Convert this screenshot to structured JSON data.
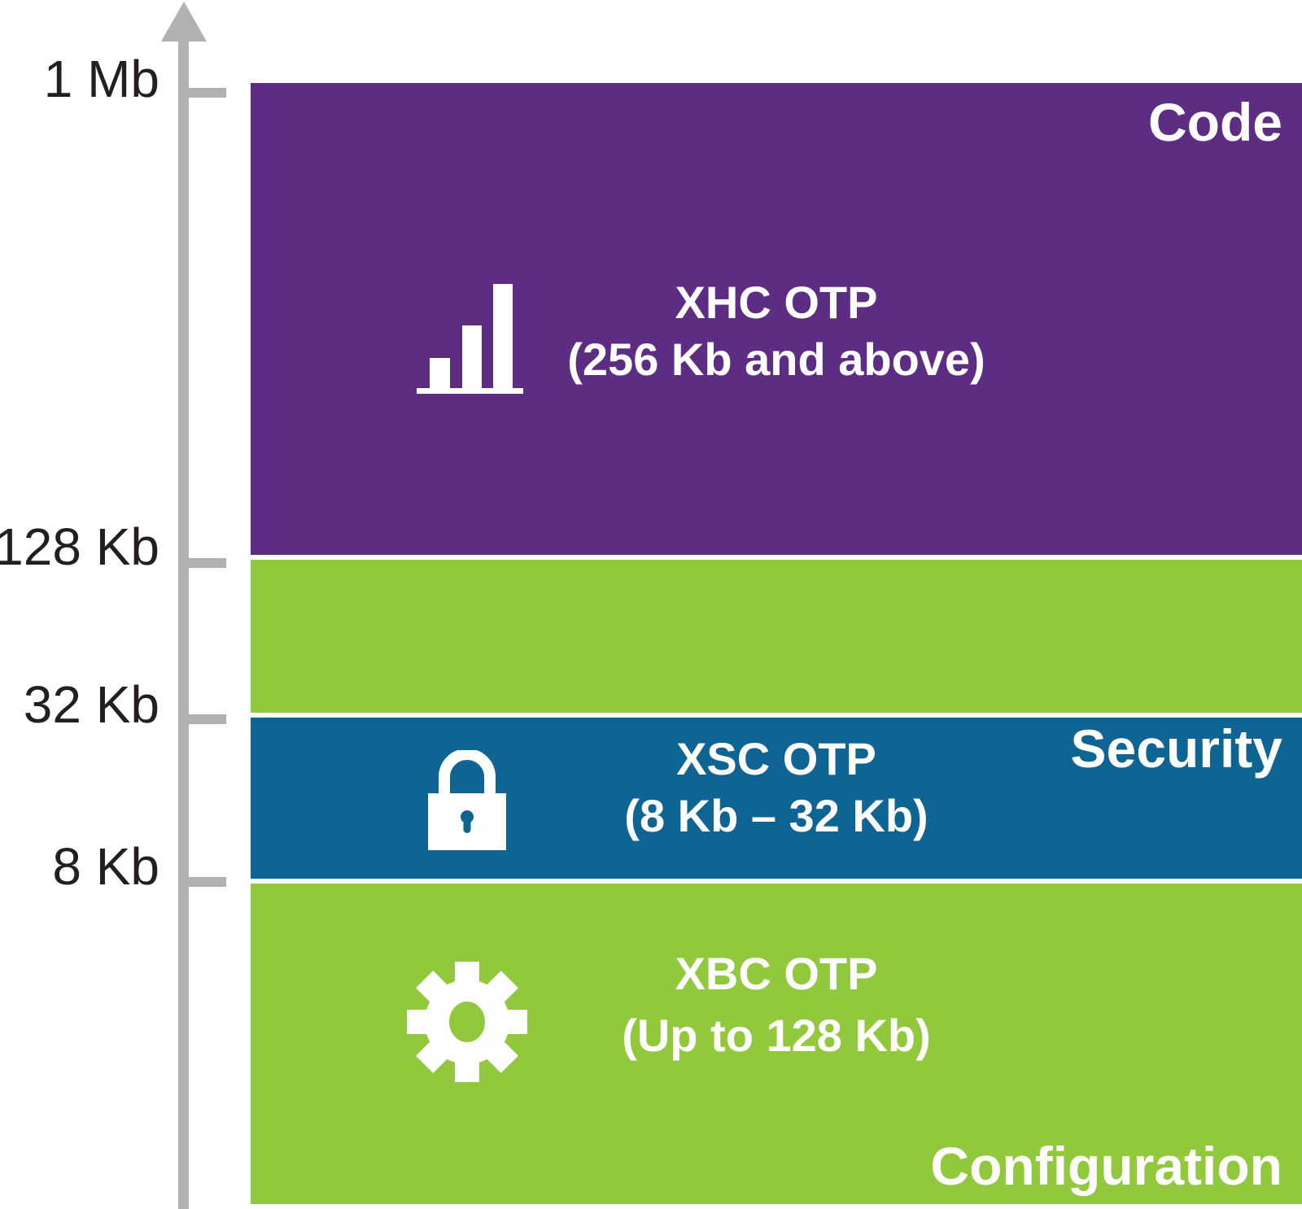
{
  "chart_data": {
    "type": "bar",
    "title": "",
    "description": "Vertical memory-capacity range diagram of OTP NVM product families",
    "yaxis_tick_labels": [
      "8 Kb",
      "32 Kb",
      "128 Kb",
      "1 Mb"
    ],
    "yaxis_scale": "non-linear capacity axis with upward arrow",
    "legend_position": "labels inside colored range blocks",
    "segments": [
      {
        "name": "XHC OTP",
        "category_label": "Code",
        "range_label": "(256 Kb and above)",
        "from": "128 Kb",
        "to": "1 Mb",
        "color": "#5c2d83",
        "icon": "bar-chart-icon"
      },
      {
        "name": "XBC OTP (upper band, unlabeled)",
        "category_label": "Configuration",
        "range_label": "",
        "from": "32 Kb",
        "to": "128 Kb",
        "color": "#92c83c",
        "icon": ""
      },
      {
        "name": "XSC OTP",
        "category_label": "Security",
        "range_label": "(8 Kb – 32 Kb)",
        "from": "8 Kb",
        "to": "32 Kb",
        "color": "#0e6493",
        "icon": "lock-icon"
      },
      {
        "name": "XBC OTP",
        "category_label": "Configuration",
        "range_label": "(Up to 128 Kb)",
        "from": "0",
        "to": "8 Kb",
        "color": "#92c83c",
        "icon": "gear-icon"
      }
    ]
  },
  "axis": {
    "ticks": [
      {
        "label": "1 Mb"
      },
      {
        "label": "128 Kb"
      },
      {
        "label": "32 Kb"
      },
      {
        "label": "8 Kb"
      }
    ],
    "arrow_direction": "up",
    "color": "#b1b1b1",
    "label_color": "#231f20"
  },
  "blocks": {
    "code": {
      "corner_label": "Code",
      "title": "XHC OTP",
      "subtitle": "(256 Kb and above)",
      "icon": "bar-chart-icon",
      "color": "#5c2d83"
    },
    "security": {
      "corner_label": "Security",
      "title": "XSC OTP",
      "subtitle": "(8 Kb – 32 Kb)",
      "icon": "lock-icon",
      "color": "#0e6493"
    },
    "configuration": {
      "corner_label": "Configuration",
      "title": "XBC OTP",
      "subtitle": "(Up to 128 Kb)",
      "icon": "gear-icon",
      "color": "#92c83c"
    }
  },
  "colors": {
    "purple": "#5c2d83",
    "green": "#92c83c",
    "blue": "#0e6493",
    "axis_gray": "#b1b1b1",
    "text_dark": "#231f20",
    "text_light": "#ffffff",
    "background": "#ffffff"
  }
}
